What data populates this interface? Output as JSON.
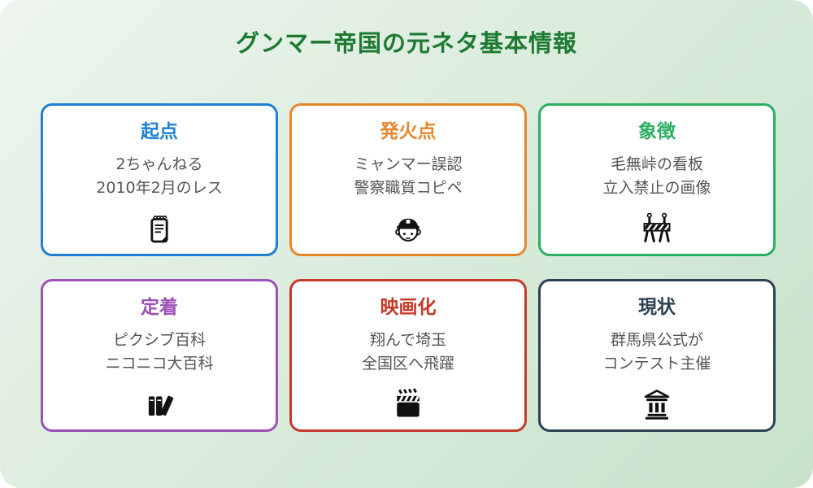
{
  "page": {
    "title": "グンマー帝国の元ネタ基本情報",
    "title_color": "#1e7a32",
    "background_gradient": [
      "#edf5ee",
      "#c7e2ca"
    ],
    "body_text_color": "#555555"
  },
  "cards": [
    {
      "label": "起点",
      "line1": "2ちゃんねる",
      "line2": "2010年2月のレス",
      "color": "#1e80d2",
      "icon": "memo-icon"
    },
    {
      "label": "発火点",
      "line1": "ミャンマー誤認",
      "line2": "警察職質コピペ",
      "color": "#e6862c",
      "icon": "police-officer-icon"
    },
    {
      "label": "象徴",
      "line1": "毛無峠の看板",
      "line2": "立入禁止の画像",
      "color": "#2cae62",
      "icon": "barricade-icon"
    },
    {
      "label": "定着",
      "line1": "ピクシブ百科",
      "line2": "ニコニコ大百科",
      "color": "#9b51b6",
      "icon": "books-icon"
    },
    {
      "label": "映画化",
      "line1": "翔んで埼玉",
      "line2": "全国区へ飛躍",
      "color": "#c43a2a",
      "icon": "clapperboard-icon"
    },
    {
      "label": "現状",
      "line1": "群馬県公式が",
      "line2": "コンテスト主催",
      "color": "#2e4154",
      "icon": "classical-building-icon"
    }
  ]
}
